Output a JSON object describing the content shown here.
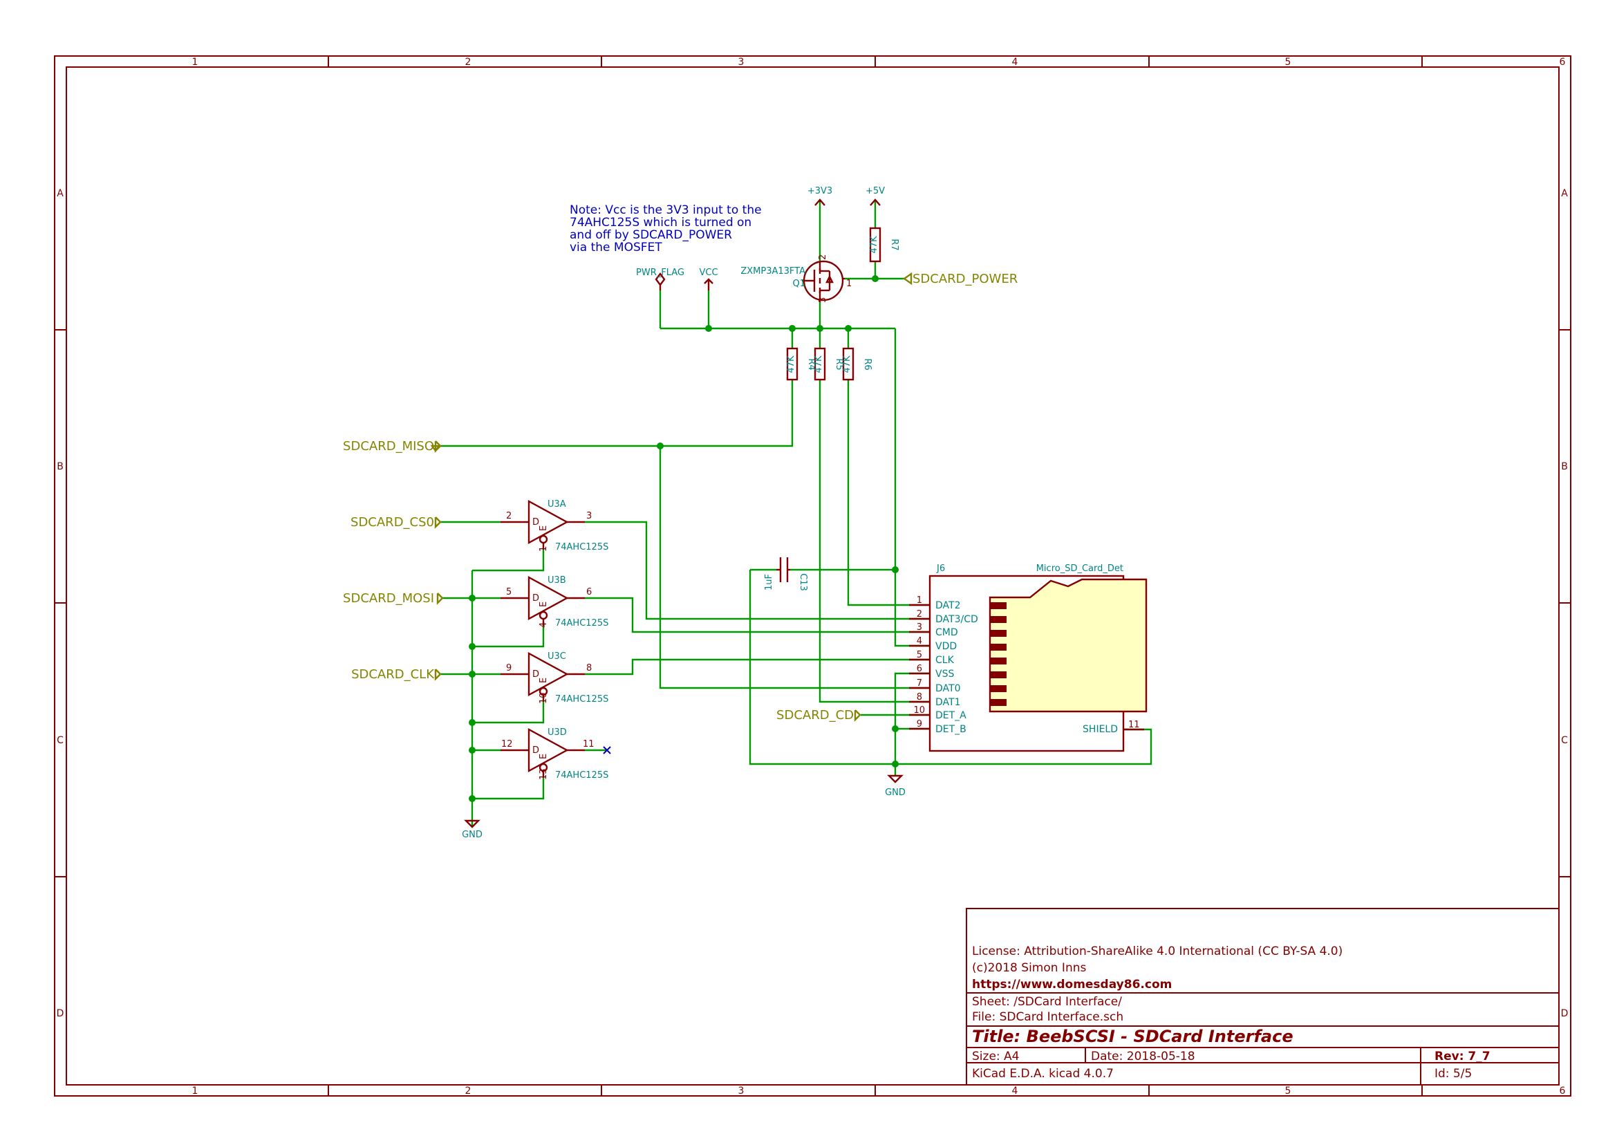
{
  "frame": {
    "columns": [
      "1",
      "2",
      "3",
      "4",
      "5",
      "6"
    ],
    "rows": [
      "A",
      "B",
      "C",
      "D"
    ]
  },
  "note": {
    "lines": [
      "Note: Vcc is the 3V3 input to the",
      "74AHC125S which is turned on",
      "and off by SDCARD_POWER",
      "via the MOSFET"
    ]
  },
  "power": {
    "v3v3": "+3V3",
    "v5v": "+5V",
    "pwr_flag": "PWR_FLAG",
    "vcc": "VCC",
    "gnd": "GND"
  },
  "mosfet": {
    "value": "ZXMP3A13FTA",
    "ref": "Q1",
    "pin1": "1",
    "pin2": "2",
    "pin3": "3"
  },
  "resistors": [
    {
      "ref": "R4",
      "value": "47K"
    },
    {
      "ref": "R5",
      "value": "47K"
    },
    {
      "ref": "R6",
      "value": "47K"
    },
    {
      "ref": "R7",
      "value": "47K"
    }
  ],
  "capacitor": {
    "ref": "C13",
    "value": "1uF"
  },
  "global_labels": {
    "sdcard_power": "SDCARD_POWER",
    "sdcard_miso": "SDCARD_MISO",
    "sdcard_cs0": "SDCARD_CS0",
    "sdcard_mosi": "SDCARD_MOSI",
    "sdcard_clk": "SDCARD_CLK",
    "sdcard_cd": "SDCARD_CD"
  },
  "buffers": [
    {
      "ref": "U3A",
      "value": "74AHC125S",
      "in": "2",
      "out": "3",
      "en": "1"
    },
    {
      "ref": "U3B",
      "value": "74AHC125S",
      "in": "5",
      "out": "6",
      "en": "4"
    },
    {
      "ref": "U3C",
      "value": "74AHC125S",
      "in": "9",
      "out": "8",
      "en": "10"
    },
    {
      "ref": "U3D",
      "value": "74AHC125S",
      "in": "12",
      "out": "11",
      "en": "13"
    }
  ],
  "buffer_pin_letters": {
    "d": "D",
    "e": "E"
  },
  "connector": {
    "ref": "J6",
    "value": "Micro_SD_Card_Det",
    "pins": [
      {
        "num": "1",
        "name": "DAT2"
      },
      {
        "num": "2",
        "name": "DAT3/CD"
      },
      {
        "num": "3",
        "name": "CMD"
      },
      {
        "num": "4",
        "name": "VDD"
      },
      {
        "num": "5",
        "name": "CLK"
      },
      {
        "num": "6",
        "name": "VSS"
      },
      {
        "num": "7",
        "name": "DAT0"
      },
      {
        "num": "8",
        "name": "DAT1"
      },
      {
        "num": "10",
        "name": "DET_A"
      },
      {
        "num": "9",
        "name": "DET_B"
      }
    ],
    "shield": {
      "num": "11",
      "name": "SHIELD"
    }
  },
  "title_block": {
    "license": "License: Attribution-ShareAlike 4.0 International (CC BY-SA 4.0)",
    "copyright": "(c)2018 Simon Inns",
    "url": "https://www.domesday86.com",
    "sheet": "Sheet: /SDCard Interface/",
    "file": "File: SDCard Interface.sch",
    "title": "Title: BeebSCSI - SDCard Interface",
    "size": "Size: A4",
    "date": "Date: 2018-05-18",
    "rev": "Rev: 7_7",
    "tool": "KiCad E.D.A.  kicad 4.0.7",
    "id": "Id: 5/5"
  }
}
